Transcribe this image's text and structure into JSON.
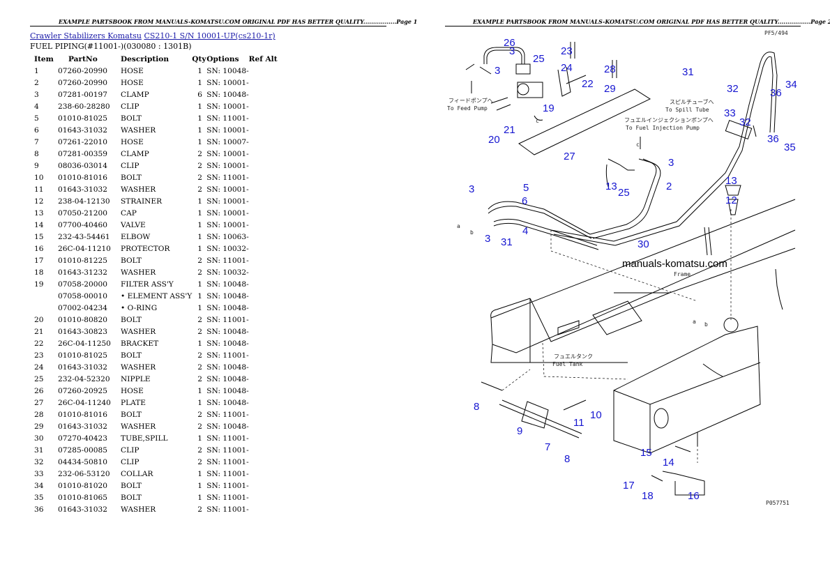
{
  "header": {
    "page1": "EXAMPLE PARTSBOOK FROM MANUALS-KOMATSU.COM ORIGINAL PDF HAS BETTER QUALITY.................Page 1",
    "page2": "EXAMPLE PARTSBOOK FROM MANUALS-KOMATSU.COM ORIGINAL PDF HAS BETTER QUALITY.................Page 2"
  },
  "breadcrumb": {
    "link1": "Crawler Stabilizers Komatsu",
    "link2": "CS210-1 S/N 10001-UP(cs210-1r)"
  },
  "subtitle": "FUEL PIPING(#11001-)(030080 : 1301B)",
  "table": {
    "headers": [
      "Item",
      "PartNo",
      "Description",
      "Qty",
      "Options",
      "Ref Alt"
    ],
    "rows": [
      [
        "1",
        "07260-20990",
        "HOSE",
        "1",
        "SN: 10048-"
      ],
      [
        "2",
        "07260-20990",
        "HOSE",
        "1",
        "SN: 10001-"
      ],
      [
        "3",
        "07281-00197",
        "CLAMP",
        "6",
        "SN: 10048-"
      ],
      [
        "4",
        "238-60-28280",
        "CLIP",
        "1",
        "SN: 10001-"
      ],
      [
        "5",
        "01010-81025",
        "BOLT",
        "1",
        "SN: 11001-"
      ],
      [
        "6",
        "01643-31032",
        "WASHER",
        "1",
        "SN: 10001-"
      ],
      [
        "7",
        "07261-22010",
        "HOSE",
        "1",
        "SN: 10007-"
      ],
      [
        "8",
        "07281-00359",
        "CLAMP",
        "2",
        "SN: 10001-"
      ],
      [
        "9",
        "08036-03014",
        "CLIP",
        "2",
        "SN: 10001-"
      ],
      [
        "10",
        "01010-81016",
        "BOLT",
        "2",
        "SN: 11001-"
      ],
      [
        "11",
        "01643-31032",
        "WASHER",
        "2",
        "SN: 10001-"
      ],
      [
        "12",
        "238-04-12130",
        "STRAINER",
        "1",
        "SN: 10001-"
      ],
      [
        "13",
        "07050-21200",
        "CAP",
        "1",
        "SN: 10001-"
      ],
      [
        "14",
        "07700-40460",
        "VALVE",
        "1",
        "SN: 10001-"
      ],
      [
        "15",
        "232-43-54461",
        "ELBOW",
        "1",
        "SN: 10063-"
      ],
      [
        "16",
        "26C-04-11210",
        "PROTECTOR",
        "1",
        "SN: 10032-"
      ],
      [
        "17",
        "01010-81225",
        "BOLT",
        "2",
        "SN: 11001-"
      ],
      [
        "18",
        "01643-31232",
        "WASHER",
        "2",
        "SN: 10032-"
      ],
      [
        "19",
        "07058-20000",
        "FILTER ASS'Y",
        "1",
        "SN: 10048-"
      ],
      [
        "",
        "07058-00010",
        "• ELEMENT ASS'Y",
        "1",
        "SN: 10048-"
      ],
      [
        "",
        "07002-04234",
        "• O-RING",
        "1",
        "SN: 10048-"
      ],
      [
        "20",
        "01010-80820",
        "BOLT",
        "2",
        "SN: 11001-"
      ],
      [
        "21",
        "01643-30823",
        "WASHER",
        "2",
        "SN: 10048-"
      ],
      [
        "22",
        "26C-04-11250",
        "BRACKET",
        "1",
        "SN: 10048-"
      ],
      [
        "23",
        "01010-81025",
        "BOLT",
        "2",
        "SN: 11001-"
      ],
      [
        "24",
        "01643-31032",
        "WASHER",
        "2",
        "SN: 10048-"
      ],
      [
        "25",
        "232-04-52320",
        "NIPPLE",
        "2",
        "SN: 10048-"
      ],
      [
        "26",
        "07260-20925",
        "HOSE",
        "1",
        "SN: 10048-"
      ],
      [
        "27",
        "26C-04-11240",
        "PLATE",
        "1",
        "SN: 10048-"
      ],
      [
        "28",
        "01010-81016",
        "BOLT",
        "2",
        "SN: 11001-"
      ],
      [
        "29",
        "01643-31032",
        "WASHER",
        "2",
        "SN: 10048-"
      ],
      [
        "30",
        "07270-40423",
        "TUBE,SPILL",
        "1",
        "SN: 11001-"
      ],
      [
        "31",
        "07285-00085",
        "CLIP",
        "2",
        "SN: 11001-"
      ],
      [
        "32",
        "04434-50810",
        "CLIP",
        "2",
        "SN: 11001-"
      ],
      [
        "33",
        "232-06-53120",
        "COLLAR",
        "1",
        "SN: 11001-"
      ],
      [
        "34",
        "01010-81020",
        "BOLT",
        "1",
        "SN: 11001-"
      ],
      [
        "35",
        "01010-81065",
        "BOLT",
        "1",
        "SN: 11001-"
      ],
      [
        "36",
        "01643-31032",
        "WASHER",
        "2",
        "SN: 11001-"
      ]
    ]
  },
  "diagram": {
    "code_top": "PF5/494",
    "code_bottom": "P057751",
    "watermark": "manuals-komatsu.com",
    "notes": {
      "feed_pump_jp": "フィードポンプへ",
      "feed_pump_en": "To Feed Pump",
      "spill_jp": "スピルチューブへ",
      "spill_en": "To Spill Tube",
      "injection_jp": "フュエルインジェクションポンプへ",
      "injection_en": "To Fuel Injection Pump",
      "frame": "Frame",
      "tank_jp": "フュエルタンク",
      "tank_en": "Fuel Tank"
    },
    "callouts": [
      "26",
      "3",
      "25",
      "3",
      "19",
      "21",
      "20",
      "23",
      "24",
      "22",
      "28",
      "29",
      "27",
      "31",
      "32",
      "36",
      "34",
      "33",
      "32",
      "36",
      "35",
      "3",
      "13",
      "25",
      "2",
      "13",
      "12",
      "5",
      "6",
      "3",
      "4",
      "3",
      "31",
      "30",
      "8",
      "9",
      "7",
      "8",
      "11",
      "10",
      "15",
      "14",
      "17",
      "18",
      "16"
    ],
    "letters": [
      "a",
      "b",
      "a",
      "b",
      "c",
      "c"
    ]
  }
}
